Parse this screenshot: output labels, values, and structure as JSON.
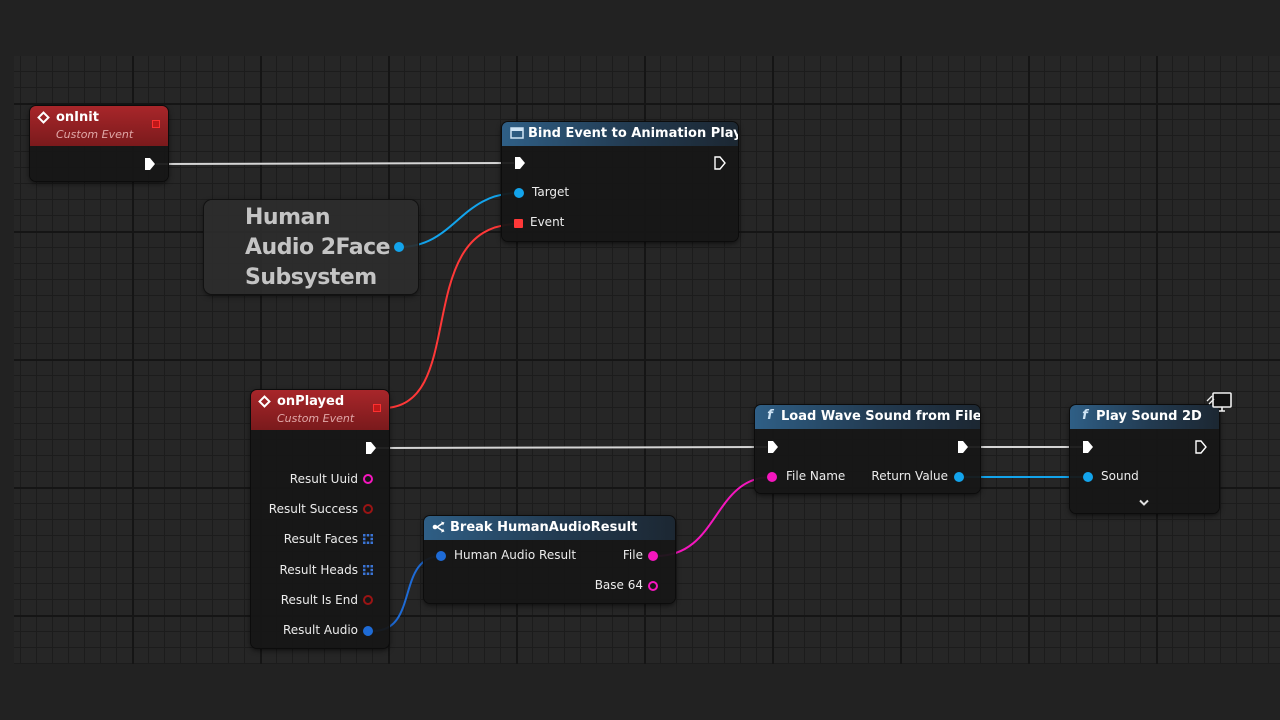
{
  "nodes": {
    "on_init": {
      "title": "onInit",
      "subtitle": "Custom Event"
    },
    "bind_event": {
      "title": "Bind Event to Animation Play",
      "pins": {
        "target": "Target",
        "event": "Event"
      }
    },
    "subsystem": {
      "lines": [
        "Human",
        "Audio 2Face",
        "Subsystem"
      ]
    },
    "on_played": {
      "title": "onPlayed",
      "subtitle": "Custom Event",
      "pins": {
        "result_uuid": "Result Uuid",
        "result_success": "Result Success",
        "result_faces": "Result Faces",
        "result_heads": "Result Heads",
        "result_is_end": "Result Is End",
        "result_audio": "Result Audio"
      }
    },
    "break_result": {
      "title": "Break HumanAudioResult",
      "pins": {
        "input": "Human Audio Result",
        "file": "File",
        "base64": "Base 64"
      }
    },
    "load_wave": {
      "title": "Load Wave Sound from File",
      "pins": {
        "file_name": "File Name",
        "return_value": "Return Value"
      }
    },
    "play_sound": {
      "title": "Play Sound 2D",
      "pins": {
        "sound": "Sound"
      }
    }
  },
  "icons": {
    "function": "f",
    "event": "diamond",
    "bind": "window",
    "break": "split-arrows",
    "expand": "chevron-down",
    "client_only": "monitor"
  },
  "colors": {
    "event_header": "#a8262a",
    "function_header": "#2f5f86",
    "exec_wire": "#e6e6e6",
    "object_pin": "#13a4ec",
    "delegate_pin": "#ff3838",
    "string_pin": "#f516be",
    "struct_pin": "#1e6bd6",
    "bool_pin": "#9a1414",
    "array_pin": "#3a74d6"
  }
}
